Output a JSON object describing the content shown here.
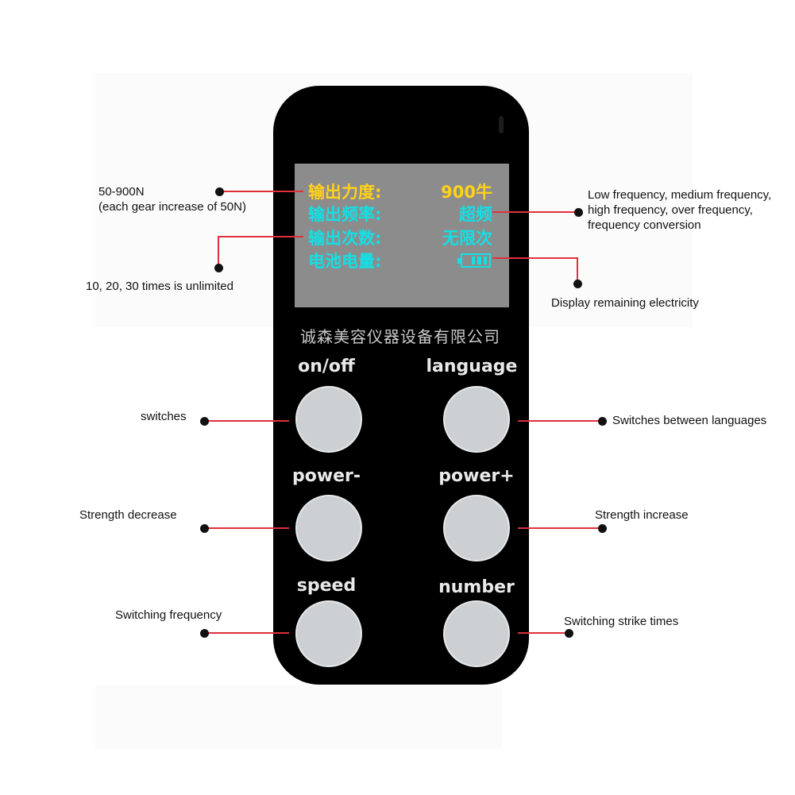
{
  "screen": {
    "rows": [
      {
        "label": "输出力度:",
        "value": "900牛"
      },
      {
        "label": "输出频率:",
        "value": "超频"
      },
      {
        "label": "输出次数:",
        "value": "无限次"
      },
      {
        "label": "电池电量:",
        "value": ""
      }
    ],
    "battery_level": 1.0,
    "colors": {
      "force": "#ffd21a",
      "text": "#13e0e5",
      "screen_bg": "#8c8c8c"
    }
  },
  "watermark": "诚森美容仪器设备有限公司",
  "buttons": {
    "on_off": "on/off",
    "language": "language",
    "power_minus": "power-",
    "power_plus": "power+",
    "speed": "speed",
    "number": "number"
  },
  "annotations": {
    "force_line1": "50-900N",
    "force_line2": "(each gear increase of 50N)",
    "frequency_line1": "Low frequency, medium frequency,",
    "frequency_line2": "high frequency, over frequency,",
    "frequency_line3": "frequency conversion",
    "times": "10, 20, 30 times is unlimited",
    "battery": "Display remaining electricity",
    "on_off": "switches",
    "language": "Switches between languages",
    "power_minus": "Strength decrease",
    "power_plus": "Strength increase",
    "speed": "Switching frequency",
    "number": "Switching strike times"
  },
  "colors": {
    "device": "#000000",
    "button": "#cdd0d2",
    "leader_line": "#e0303c"
  }
}
